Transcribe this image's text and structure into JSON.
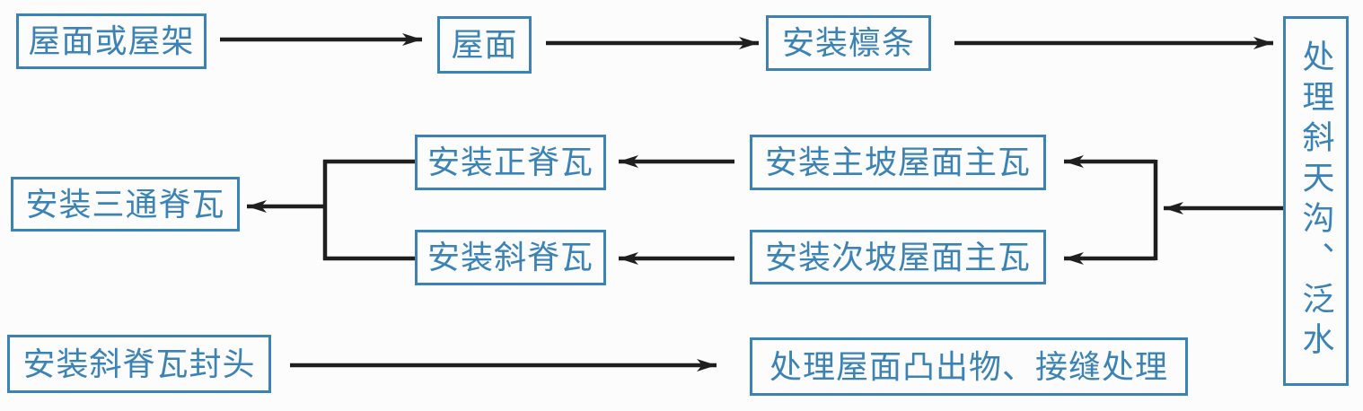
{
  "nodes": {
    "roof_or_truss": "屋面或屋架",
    "roof": "屋面",
    "install_purlins": "安装檩条",
    "handle_valley_flashing": "处理斜天沟、泛水",
    "install_main_ridge_tile": "安装正脊瓦",
    "install_main_slope_tiles": "安装主坡屋面主瓦",
    "install_hip_ridge_tile": "安装斜脊瓦",
    "install_secondary_slope_tiles": "安装次坡屋面主瓦",
    "install_three_way_ridge_tile": "安装三通脊瓦",
    "install_hip_ridge_end_cap": "安装斜脊瓦封头",
    "handle_protrusions_seams": "处理屋面凸出物、接缝处理"
  },
  "edges": [
    {
      "from": "roof_or_truss",
      "to": "roof"
    },
    {
      "from": "roof",
      "to": "install_purlins"
    },
    {
      "from": "install_purlins",
      "to": "handle_valley_flashing"
    },
    {
      "from": "handle_valley_flashing",
      "to": "install_main_slope_tiles"
    },
    {
      "from": "handle_valley_flashing",
      "to": "install_secondary_slope_tiles"
    },
    {
      "from": "install_main_slope_tiles",
      "to": "install_main_ridge_tile"
    },
    {
      "from": "install_secondary_slope_tiles",
      "to": "install_hip_ridge_tile"
    },
    {
      "from": "install_main_ridge_tile",
      "to": "install_three_way_ridge_tile"
    },
    {
      "from": "install_hip_ridge_tile",
      "to": "install_three_way_ridge_tile"
    },
    {
      "from": "install_hip_ridge_end_cap",
      "to": "handle_protrusions_seams"
    }
  ],
  "colors": {
    "box_blue": "#3b82b5",
    "arrow_color": "#1f1f1f",
    "background": "#fcfcfc"
  }
}
